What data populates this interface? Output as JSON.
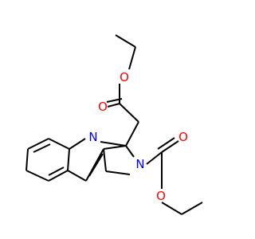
{
  "molecule": {
    "atoms": {
      "o_ester_carbonyl": {
        "text": "O",
        "color": "#ff0000"
      },
      "o_ester_ether": {
        "text": "O",
        "color": "#ff0000"
      },
      "n_quinoline": {
        "text": "N",
        "color": "#0000ff"
      },
      "n_carbamate": {
        "text": "N",
        "color": "#0000ff"
      },
      "o_carbamate_carbonyl": {
        "text": "O",
        "color": "#ff0000"
      },
      "o_carbamate_ether": {
        "text": "O",
        "color": "#ff0000"
      }
    },
    "bond_color": "#000000"
  }
}
